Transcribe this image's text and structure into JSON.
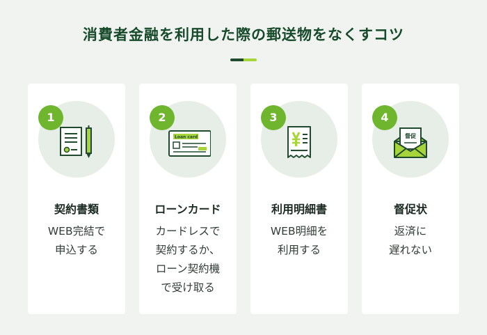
{
  "title": "消費者金融を利用した際の郵送物をなくすコツ",
  "colors": {
    "accent_dark": "#1f4a2d",
    "accent_light": "#a6d43a",
    "badge": "#6fb62e",
    "circle": "#e7eee8"
  },
  "cards": [
    {
      "number": "1",
      "icon": "contract-pen-icon",
      "title": "契約書類",
      "lines": [
        "WEB完結で",
        "申込する"
      ]
    },
    {
      "number": "2",
      "icon": "loan-card-icon",
      "card_label": "Loan card",
      "title": "ローンカード",
      "lines": [
        "カードレスで",
        "契約するか、",
        "ローン契約機",
        "で受け取る"
      ]
    },
    {
      "number": "3",
      "icon": "receipt-yen-icon",
      "title": "利用明細書",
      "lines": [
        "WEB明細を",
        "利用する"
      ]
    },
    {
      "number": "4",
      "icon": "envelope-notice-icon",
      "envelope_label": "督促",
      "title": "督促状",
      "lines": [
        "返済に",
        "遅れない"
      ]
    }
  ]
}
